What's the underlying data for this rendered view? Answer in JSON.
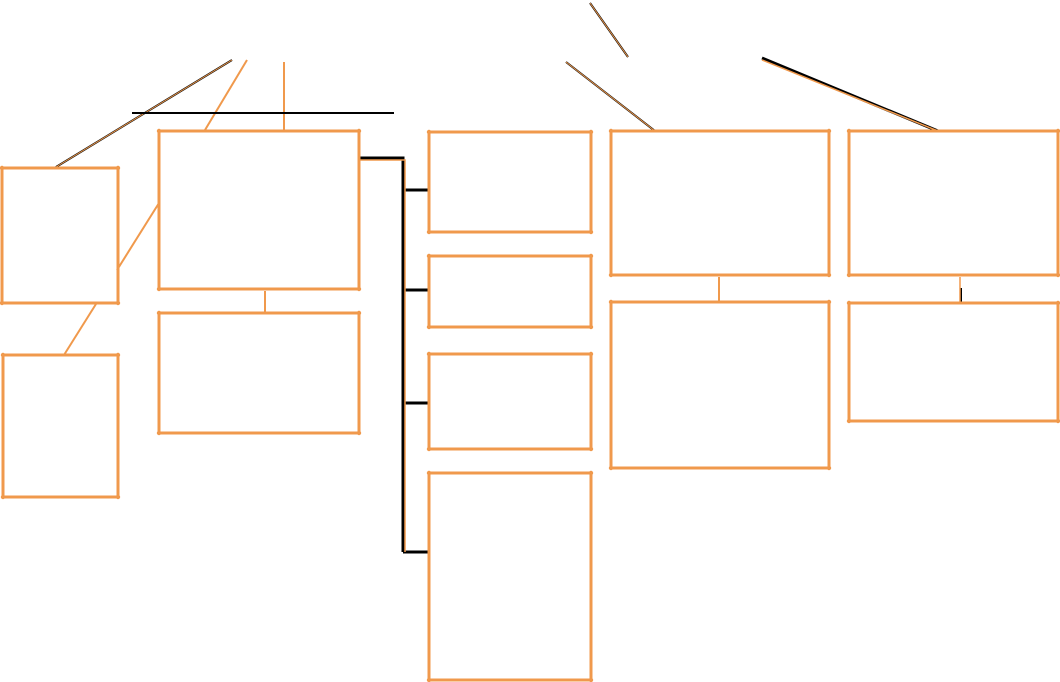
{
  "diagram": {
    "colors": {
      "box_outline": "#f0994c",
      "connector_dark": "#000000",
      "connector_orange": "#f0994c",
      "background": "#ffffff"
    },
    "boxes": [
      {
        "id": "box-left-upper",
        "label": ""
      },
      {
        "id": "box-left-lower",
        "label": ""
      },
      {
        "id": "box-center-main",
        "label": ""
      },
      {
        "id": "box-center-sub",
        "label": ""
      },
      {
        "id": "box-column-1",
        "label": ""
      },
      {
        "id": "box-column-2",
        "label": ""
      },
      {
        "id": "box-column-3",
        "label": ""
      },
      {
        "id": "box-column-4",
        "label": ""
      },
      {
        "id": "box-right-a-top",
        "label": ""
      },
      {
        "id": "box-right-a-bottom",
        "label": ""
      },
      {
        "id": "box-right-b-top",
        "label": ""
      },
      {
        "id": "box-right-b-bottom",
        "label": ""
      }
    ]
  }
}
